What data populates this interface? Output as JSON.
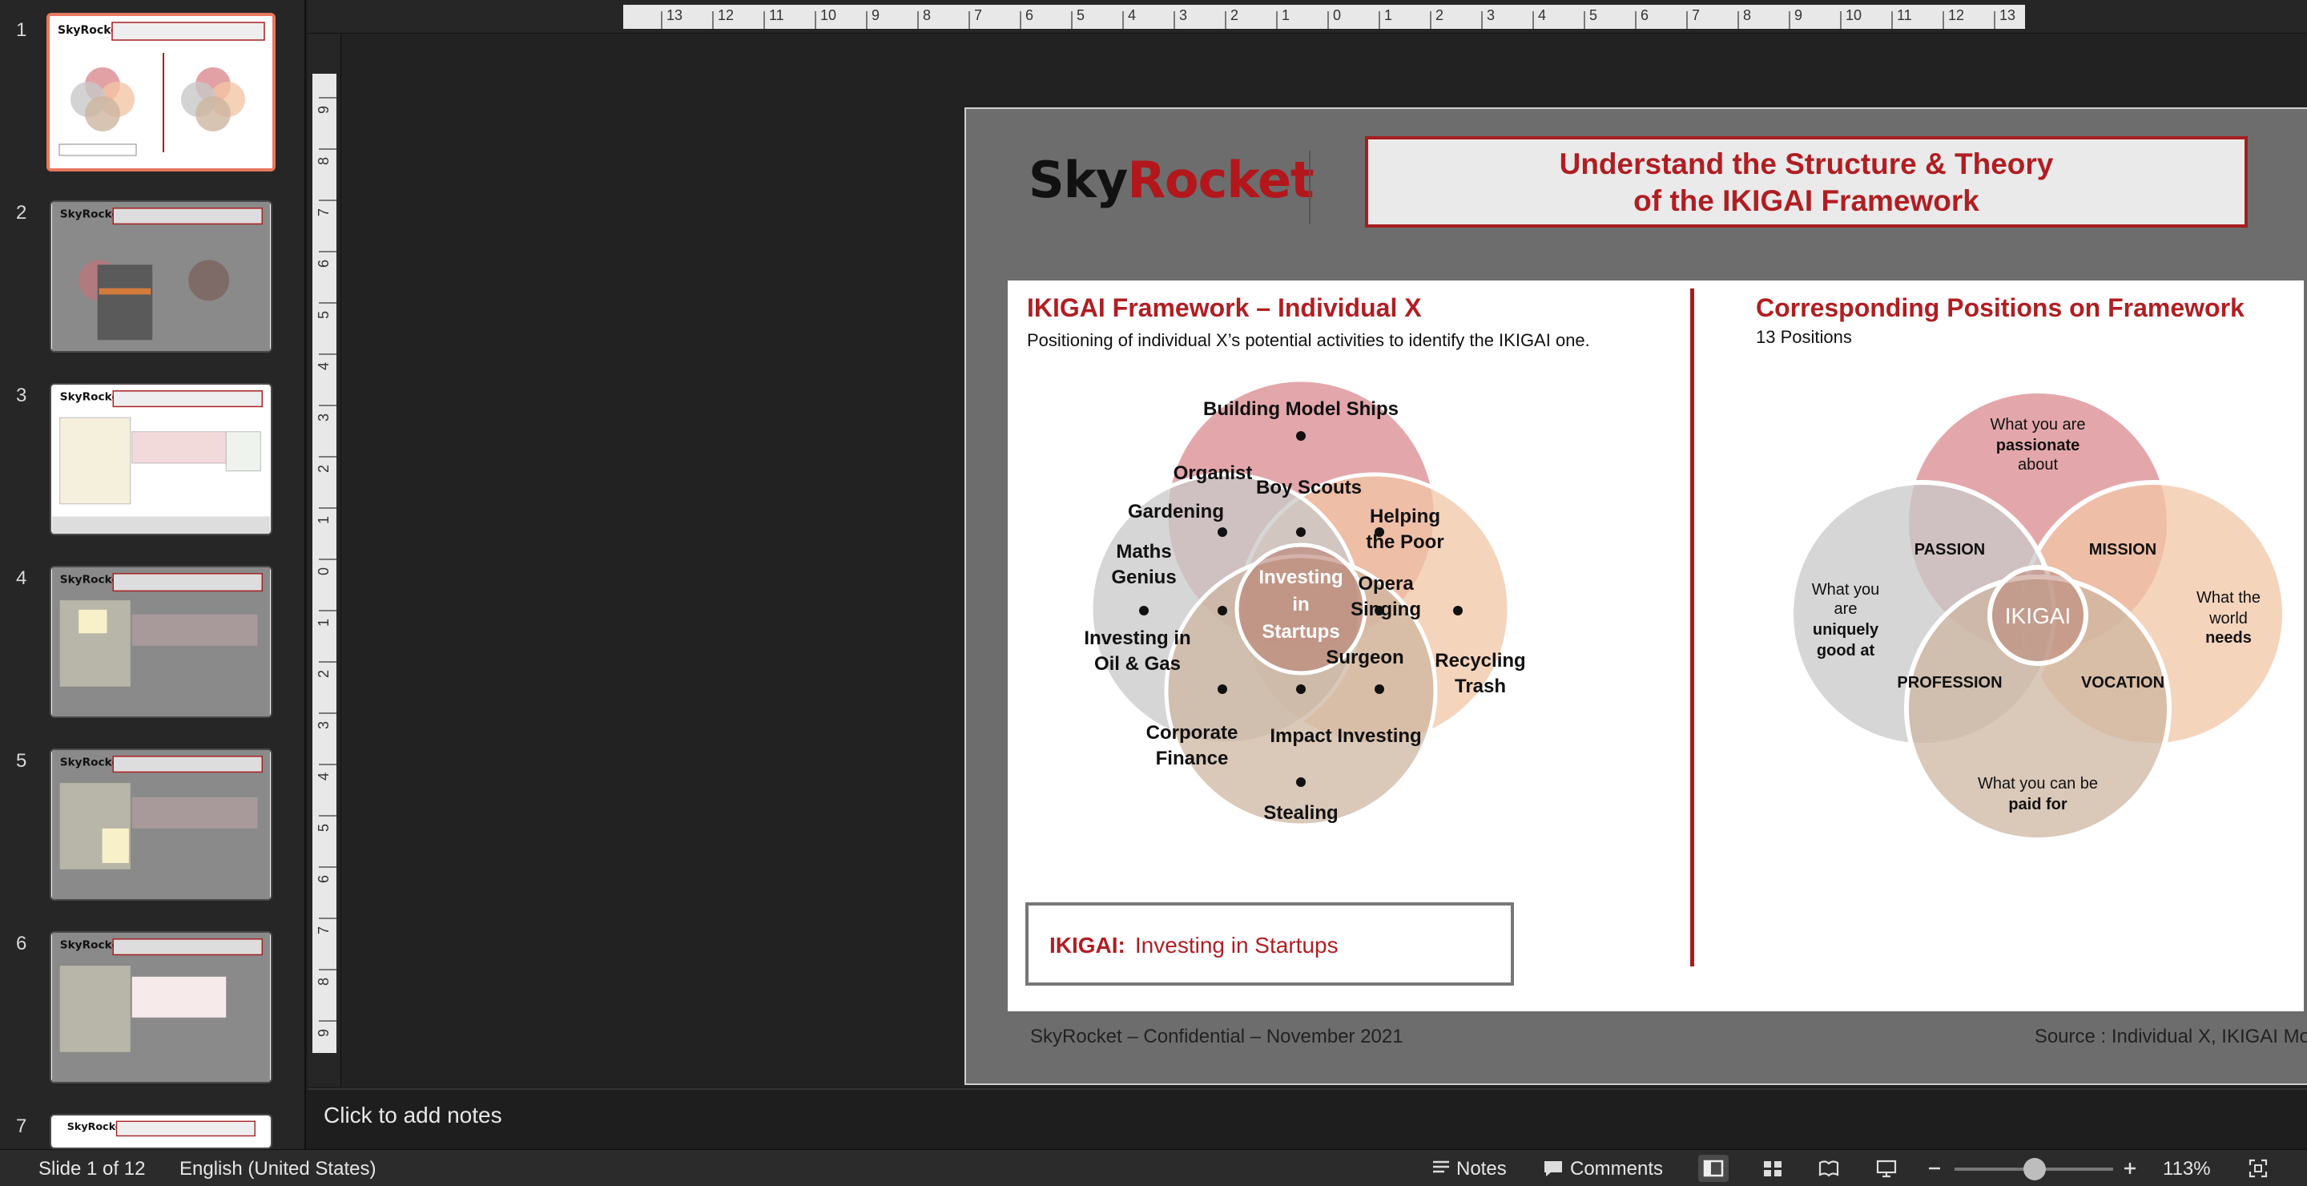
{
  "thumbnails": [
    {
      "num": "1",
      "title": "Understand the Structure & Theory of the IKIGAI Framework"
    },
    {
      "num": "2",
      "title": "Right-Click on the Framework to Access the Excel Model Behind"
    },
    {
      "num": "3",
      "title": "Study the Structure of the Model"
    },
    {
      "num": "4",
      "title": "Input the Name Called for the activities you wish to position"
    },
    {
      "num": "5",
      "title": "[Optional] – Change the Outcome Position Names"
    },
    {
      "num": "6",
      "title": "For Each Aspect (P, W, G, S) enter 0 or 1 (0 = no, 1 = yes)"
    },
    {
      "num": "7",
      "title": "Observe the Output Position for each Activity"
    }
  ],
  "slide": {
    "logo_text_a": "Sky",
    "logo_text_b": "Rocket",
    "banner_line1": "Understand the Structure & Theory",
    "banner_line2": "of the IKIGAI Framework",
    "left_title": "IKIGAI Framework – Individual X",
    "left_subtitle": "Positioning of individual X’s potential activities to identify the IKIGAI one.",
    "right_title": "Corresponding Positions on Framework",
    "right_subtitle": "13 Positions",
    "activities": {
      "building_model_ships": "Building Model Ships",
      "organist": "Organist",
      "boy_scouts": "Boy Scouts",
      "gardening": "Gardening",
      "helping_the_poor_1": "Helping",
      "helping_the_poor_2": "the Poor",
      "maths_genius_1": "Maths",
      "maths_genius_2": "Genius",
      "investing_in_startups_1": "Investing",
      "investing_in_startups_2": "in",
      "investing_in_startups_3": "Startups",
      "opera_singing_1": "Opera",
      "opera_singing_2": "Singing",
      "investing_oil_gas_1": "Investing in",
      "investing_oil_gas_2": "Oil & Gas",
      "surgeon": "Surgeon",
      "recycling_trash_1": "Recycling",
      "recycling_trash_2": "Trash",
      "corporate_finance_1": "Corporate",
      "corporate_finance_2": "Finance",
      "impact_investing": "Impact Investing",
      "stealing": "Stealing"
    },
    "framework": {
      "passion_top_1": "What you are",
      "passion_top_2": "passionate",
      "passion_top_3": "about",
      "left_1": "What you",
      "left_2": "are",
      "left_3": "uniquely",
      "left_4": "good at",
      "right_1": "What the",
      "right_2": "world",
      "right_3": "needs",
      "bottom_1": "What you can be",
      "bottom_2": "paid for",
      "passion": "PASSION",
      "mission": "MISSION",
      "profession": "PROFESSION",
      "vocation": "VOCATION",
      "ikigai": "IKIGAI"
    },
    "ikigai_label": "IKIGAI:",
    "ikigai_value": "Investing in Startups",
    "footer_left": "SkyRocket – Confidential – November 2021",
    "footer_right": "Source : Individual X, IKIGAI Model"
  },
  "notes_placeholder": "Click to add notes",
  "status": {
    "slide_of": "Slide 1 of 12",
    "language": "English (United States)",
    "notes": "Notes",
    "comments": "Comments",
    "zoom": "113%"
  },
  "ruler_top_labels": [
    "13",
    "12",
    "11",
    "10",
    "9",
    "8",
    "7",
    "6",
    "5",
    "4",
    "3",
    "2",
    "1",
    "0",
    "1",
    "2",
    "3",
    "4",
    "5",
    "6",
    "7",
    "8",
    "9",
    "10",
    "11",
    "12",
    "13"
  ],
  "ruler_left_labels": [
    "9",
    "8",
    "7",
    "6",
    "5",
    "4",
    "3",
    "2",
    "1",
    "0",
    "1",
    "2",
    "3",
    "4",
    "5",
    "6",
    "7",
    "8",
    "9"
  ],
  "colors": {
    "accent_red": "#b01e22",
    "thumb_active": "#e8785f",
    "circle_top": "#d98a8f",
    "circle_right": "#f2c6a5",
    "circle_left": "#c8c8c8",
    "circle_bottom": "#cdb5a0",
    "circle_center": "#b77f72"
  }
}
